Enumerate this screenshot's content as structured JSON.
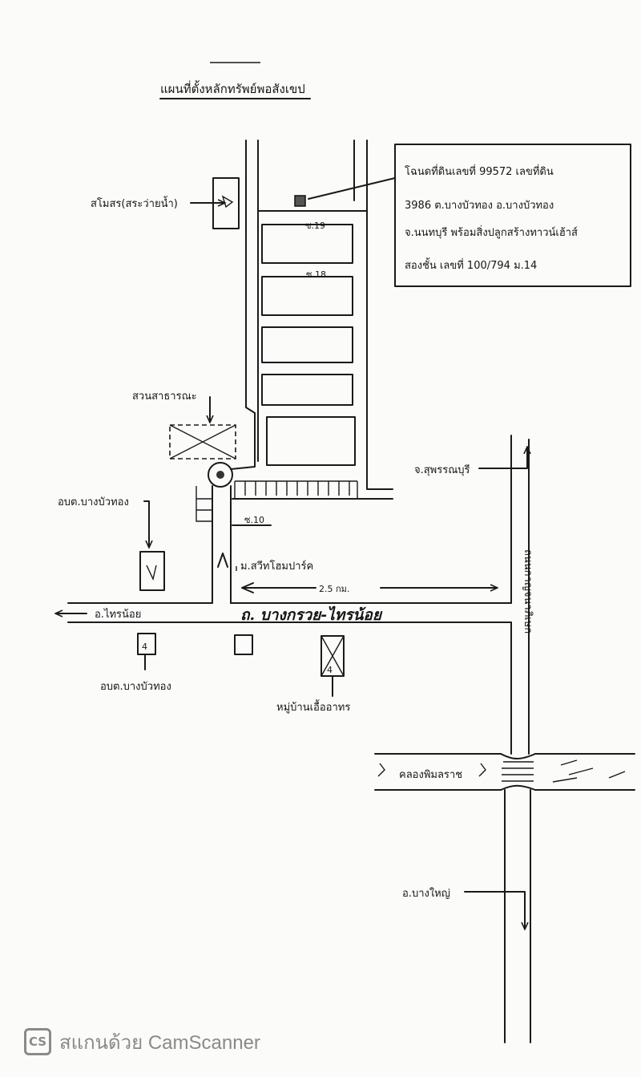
{
  "map": {
    "title": "แผนที่ตั้งหลักทรัพย์พอสังเขป",
    "info_box": {
      "line1": "โฉนดที่ดินเลขที่  99572  เลขที่ดิน",
      "line2": "3986 ต.บางบัวทอง อ.บางบัวทอง",
      "line3": "จ.นนทบุรี พร้อมสิ่งปลูกสร้างทาวน์เฮ้าส์",
      "line4": "สองชั้น เลขที่ 100/794 ม.14"
    },
    "labels": {
      "club": "สโมสร(สระว่ายน้ำ)",
      "soi19": "ซ.19",
      "soi18": "ซ.18",
      "soi10": "ซ.10",
      "park": "สวนสาธารณะ",
      "obt_top": "อบต.บางบัวทอง",
      "obt_bottom": "อบต.บางบัวทอง",
      "village": "ม.สวีทโฮมปาร์ค",
      "distance": "2.5 กม.",
      "sainoi": "อ.ไทรน้อย",
      "main_road": "ถ. บางกรวย-ไทรน้อย",
      "suphan": "จ.สุพรรณบุรี",
      "kanchana": "ถนนกาญจนาภิเษก",
      "euaarthorn": "หมู่บ้านเอื้ออาทร",
      "canal": "คลองพิมลราช",
      "bangyai": "อ.บางใหญ่",
      "marker": "4"
    }
  },
  "footer": {
    "logo": "CS",
    "text": "สแกนด้วย CamScanner"
  }
}
